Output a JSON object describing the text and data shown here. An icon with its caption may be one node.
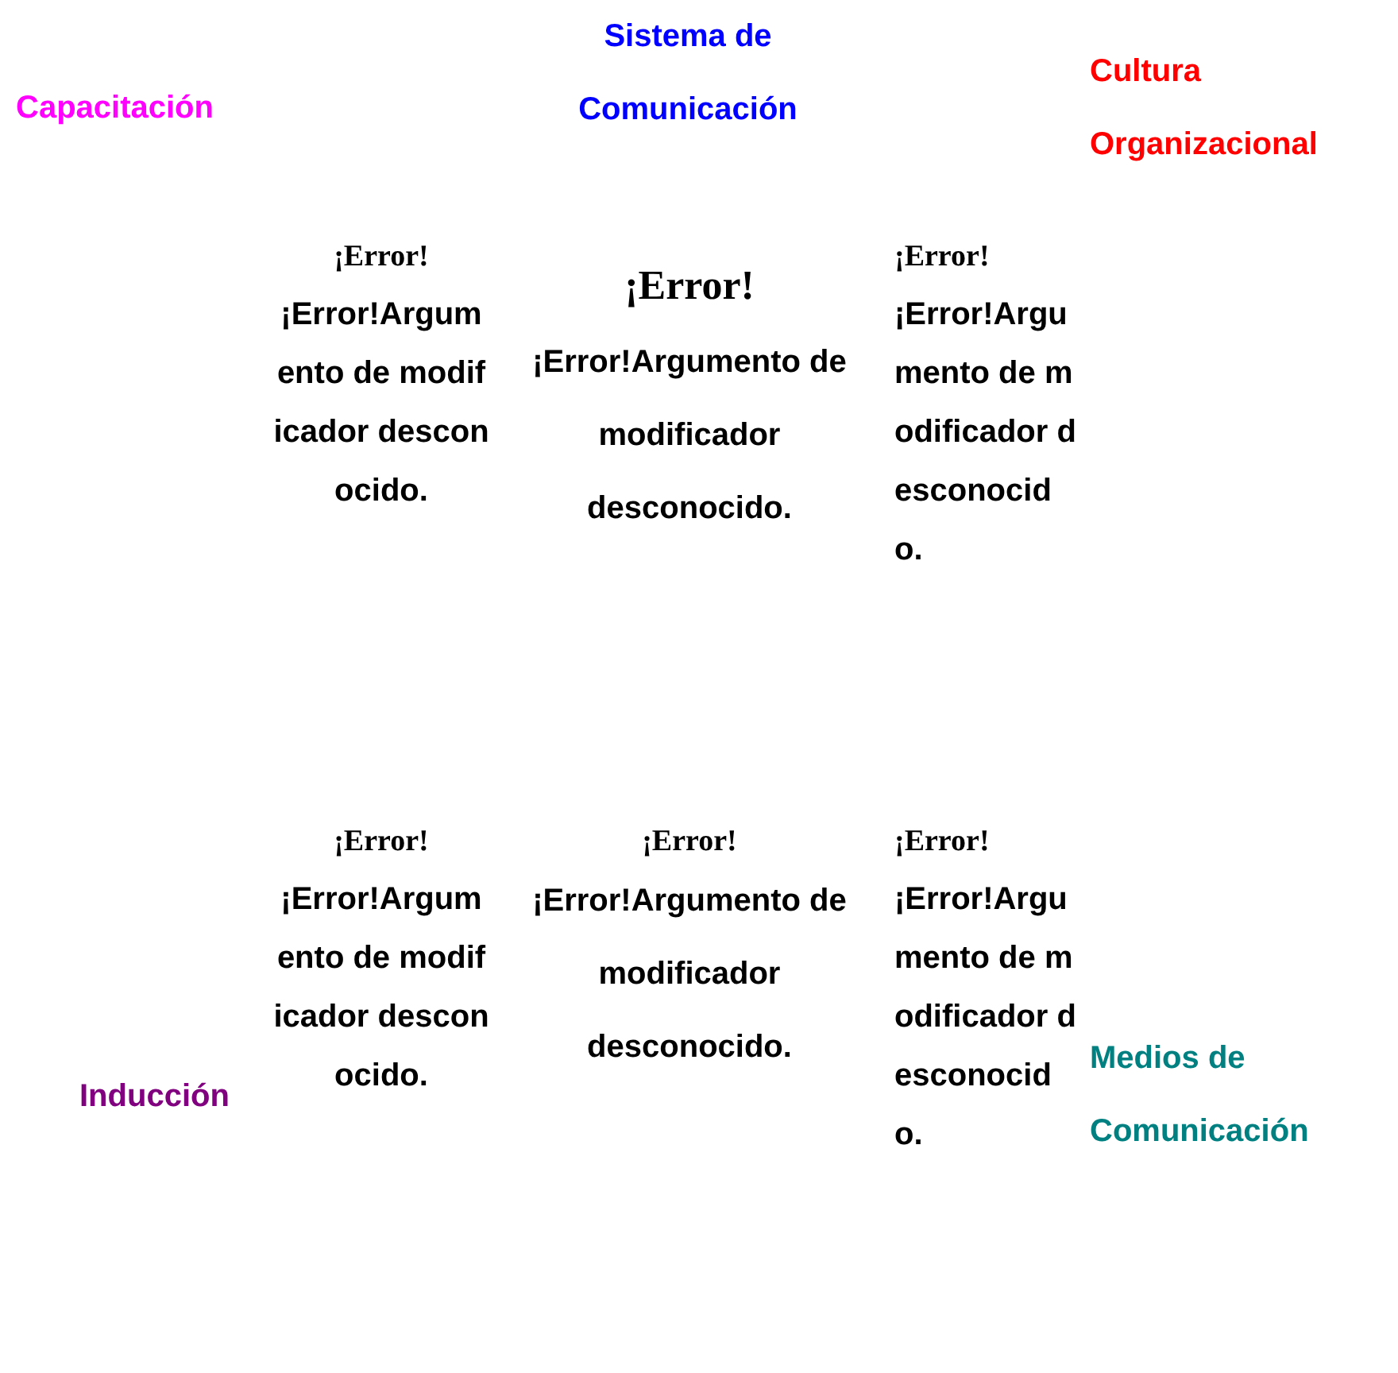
{
  "diagram": {
    "labels": [
      "Capacitación",
      "Sistema de Comunicación",
      "Cultura Organizacional",
      "¡Error!",
      "¡Error!Argumento de modificador desconocido.",
      "¡Error!",
      "¡Error!Argumento de modificador desconocido.",
      "¡Error!",
      "¡Error!Argumento de modificador desconocido.",
      "¡Error!",
      "¡Error!Argumento de modificador desconocido.",
      "¡Error!",
      "¡Error!Argumento de modificador desconocido.",
      "¡Error!",
      "¡Error!Argumento de modificador desconocido.",
      "Inducción",
      "Medios de Comunicación"
    ]
  }
}
